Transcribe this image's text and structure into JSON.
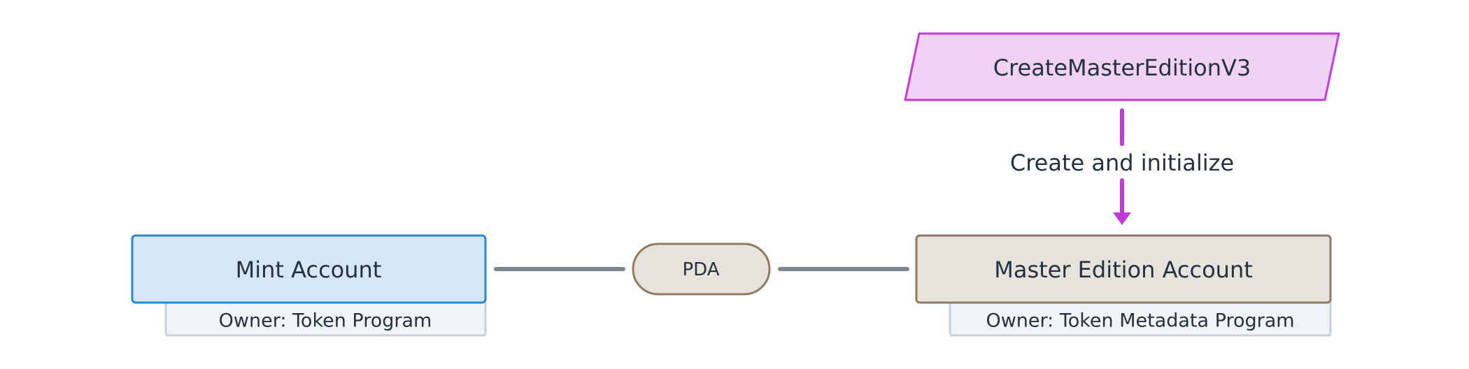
{
  "nodes": {
    "instruction": {
      "label": "CreateMasterEditionV3"
    },
    "mint_account": {
      "label": "Mint Account",
      "owner": "Owner: Token Program"
    },
    "pda": {
      "label": "PDA"
    },
    "master_edition_account": {
      "label": "Master Edition Account",
      "owner": "Owner: Token Metadata Program"
    }
  },
  "edges": {
    "create_initialize": {
      "label": "Create and initialize"
    }
  },
  "colors": {
    "mint_fill": "#d5e6f7",
    "mint_stroke": "#2d86d4",
    "owner_fill": "#f1f4f7",
    "owner_stroke": "#c5d0da",
    "pda_fill": "#e6e3dc",
    "pda_stroke": "#8e7b61",
    "master_fill": "#e6e3dc",
    "master_stroke": "#8e7b61",
    "instruction_fill": "#f0d3f4",
    "instruction_stroke": "#c13bd8",
    "arrow_gray": "#7c8791",
    "arrow_purple": "#c13bd8",
    "text": "#27303f"
  }
}
